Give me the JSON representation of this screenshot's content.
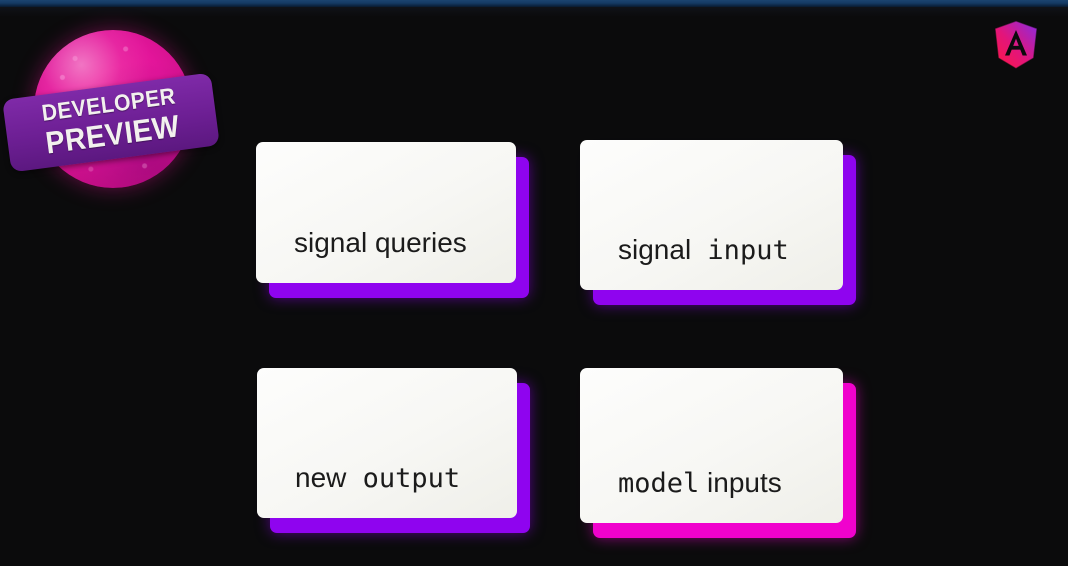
{
  "slide": {
    "background_color": "#0b0b0c",
    "top_bar_color": "#14365e"
  },
  "badge": {
    "name": "developer-preview-badge",
    "line1": "DEVELOPER",
    "line2": "PREVIEW",
    "circle_color": "#e3159a",
    "banner_color": "#6d1f94",
    "text_color": "#f2f1ee"
  },
  "logo": {
    "name": "angular-logo",
    "alt": "Angular",
    "gradient_from": "#e3157a",
    "gradient_to": "#8a2be2"
  },
  "cards": [
    {
      "id": "signal-queries",
      "text_parts": [
        {
          "text": "signal",
          "font": "sans"
        },
        {
          "text": " queries",
          "font": "sans"
        }
      ],
      "full_text": "signal queries",
      "shadow_color": "#8f04ef",
      "shadow_variant": "purple",
      "face_color": "#f7f7f4"
    },
    {
      "id": "signal-input",
      "text_parts": [
        {
          "text": "signal",
          "font": "sans"
        },
        {
          "text": " input",
          "font": "mono"
        }
      ],
      "full_text": "signal input",
      "shadow_color": "#8f04ef",
      "shadow_variant": "purple",
      "face_color": "#f7f7f4"
    },
    {
      "id": "new-output",
      "text_parts": [
        {
          "text": "new",
          "font": "sans"
        },
        {
          "text": " output",
          "font": "mono"
        }
      ],
      "full_text": "new output",
      "shadow_color": "#8f04ef",
      "shadow_variant": "purple",
      "face_color": "#f7f7f4"
    },
    {
      "id": "model-inputs",
      "text_parts": [
        {
          "text": "model",
          "font": "mono"
        },
        {
          "text": " inputs",
          "font": "sans"
        }
      ],
      "full_text": "model inputs",
      "shadow_color": "#f002cd",
      "shadow_variant": "magenta",
      "face_color": "#f7f7f4"
    }
  ]
}
